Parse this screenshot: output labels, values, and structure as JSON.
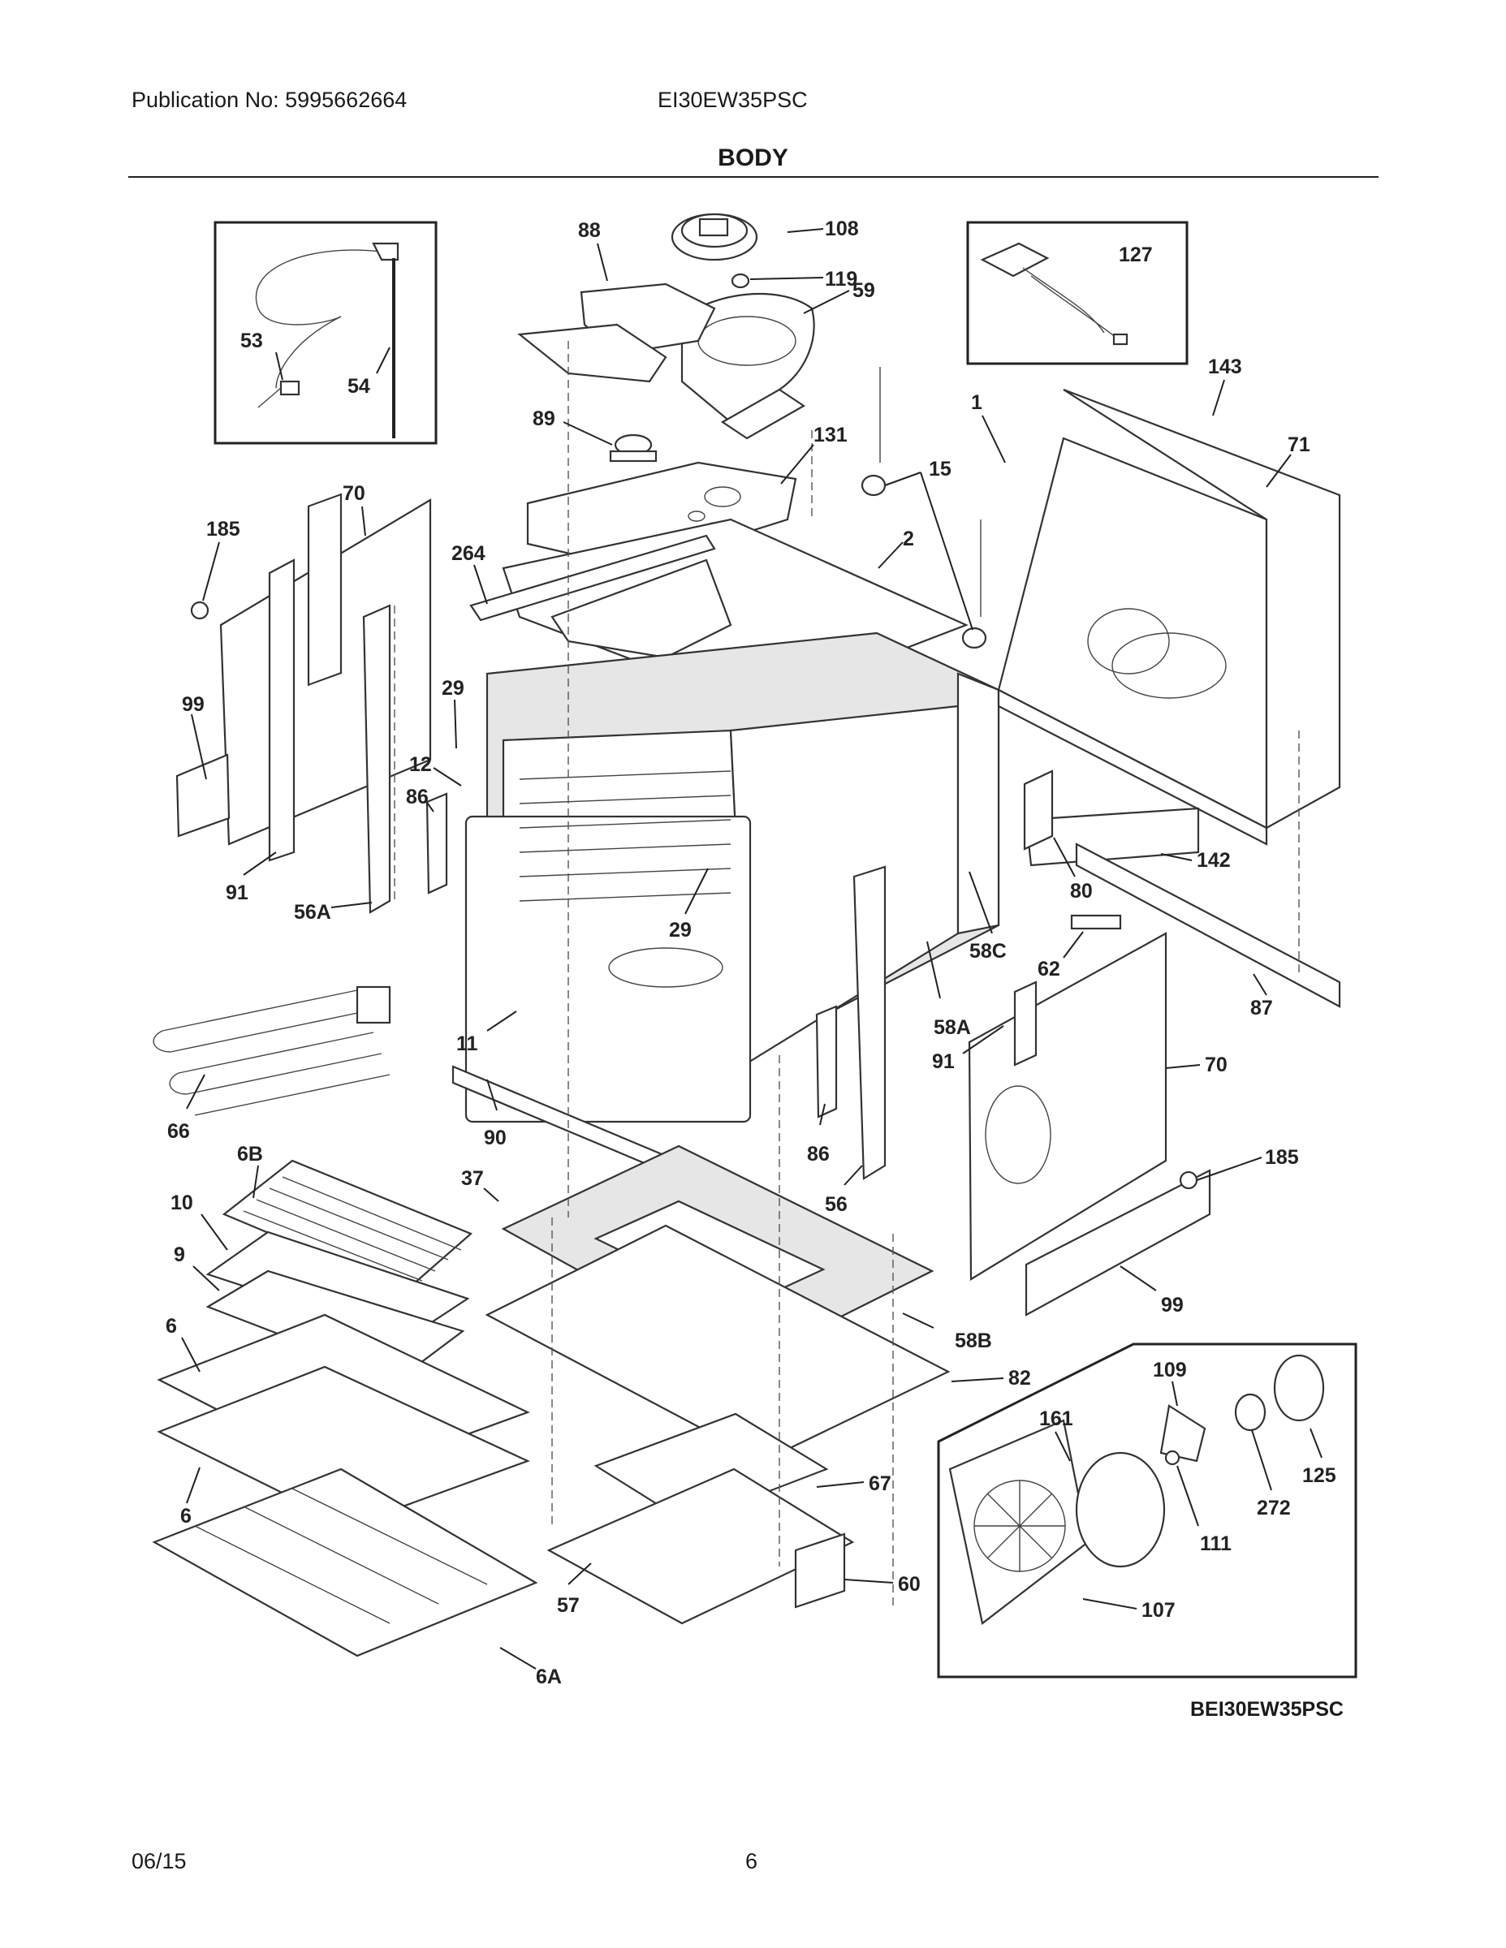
{
  "header": {
    "publication": "Publication No: 5995662664",
    "model": "EI30EW35PSC"
  },
  "title": "BODY",
  "drawing_code": "BEI30EW35PSC",
  "footer": {
    "date": "06/15",
    "page": "6"
  },
  "callouts": [
    "53",
    "54",
    "88",
    "108",
    "119",
    "59",
    "127",
    "143",
    "71",
    "89",
    "131",
    "15",
    "1",
    "2",
    "70",
    "185",
    "264",
    "29",
    "99",
    "12",
    "86",
    "91",
    "56A",
    "142",
    "80",
    "58C",
    "62",
    "87",
    "66",
    "11",
    "58A",
    "91",
    "70",
    "90",
    "6B",
    "37",
    "86",
    "56",
    "185",
    "10",
    "9",
    "99",
    "6",
    "58B",
    "82",
    "109",
    "161",
    "125",
    "272",
    "6",
    "67",
    "111",
    "60",
    "57",
    "107",
    "6A",
    "29"
  ]
}
